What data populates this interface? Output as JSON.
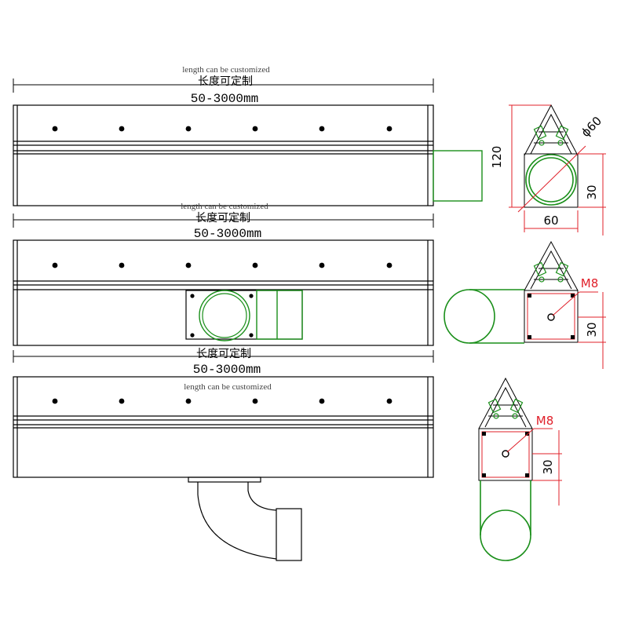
{
  "colors": {
    "outline": "#000000",
    "dimension": "#e0202a",
    "pipe": "#1a8f1a",
    "background": "#ffffff"
  },
  "views": [
    {
      "custom_note": "length can be customized",
      "cn_label": "长度可定制",
      "length_label": "50-3000mm"
    },
    {
      "custom_note": "length can be customized",
      "cn_label": "长度可定制",
      "length_label": "50-3000mm"
    },
    {
      "cn_label": "长度可定制",
      "length_label": "50-3000mm",
      "custom_note": "length can be customized"
    }
  ],
  "sections": {
    "top": {
      "height": "120",
      "diameter": "ϕ60",
      "offset": "30",
      "width": "60"
    },
    "middle": {
      "thread": "M8",
      "offset": "30"
    },
    "bottom": {
      "thread": "M8",
      "offset": "30"
    }
  }
}
